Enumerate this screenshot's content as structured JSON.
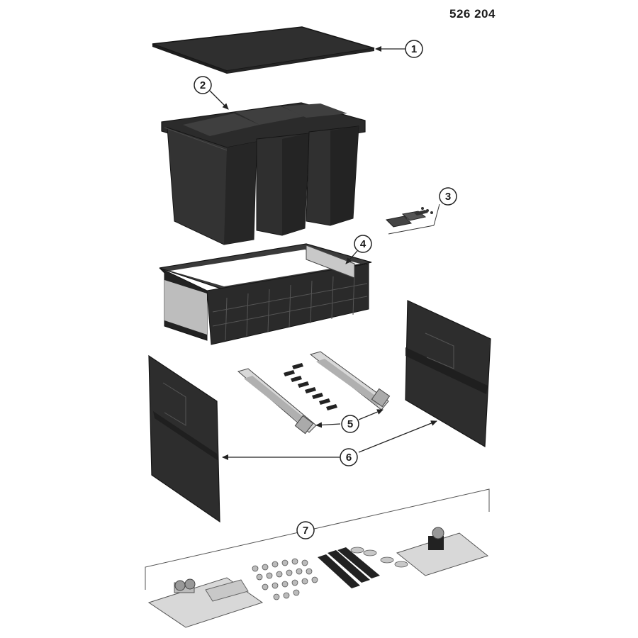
{
  "article_code": "526 204",
  "callouts": [
    {
      "number": "1",
      "part": "lid"
    },
    {
      "number": "2",
      "part": "waste-bins"
    },
    {
      "number": "3",
      "part": "pads"
    },
    {
      "number": "4",
      "part": "drawer-frame"
    },
    {
      "number": "5",
      "part": "runners"
    },
    {
      "number": "6",
      "part": "side-panels"
    },
    {
      "number": "7",
      "part": "fittings"
    }
  ],
  "colors": {
    "part_dark": "#2e2e2e",
    "part_mid": "#3c3c3c",
    "part_edge": "#1a1a1a",
    "metal_light": "#d8d8d8",
    "metal_mid": "#b0b0b0",
    "line": "#333333"
  }
}
